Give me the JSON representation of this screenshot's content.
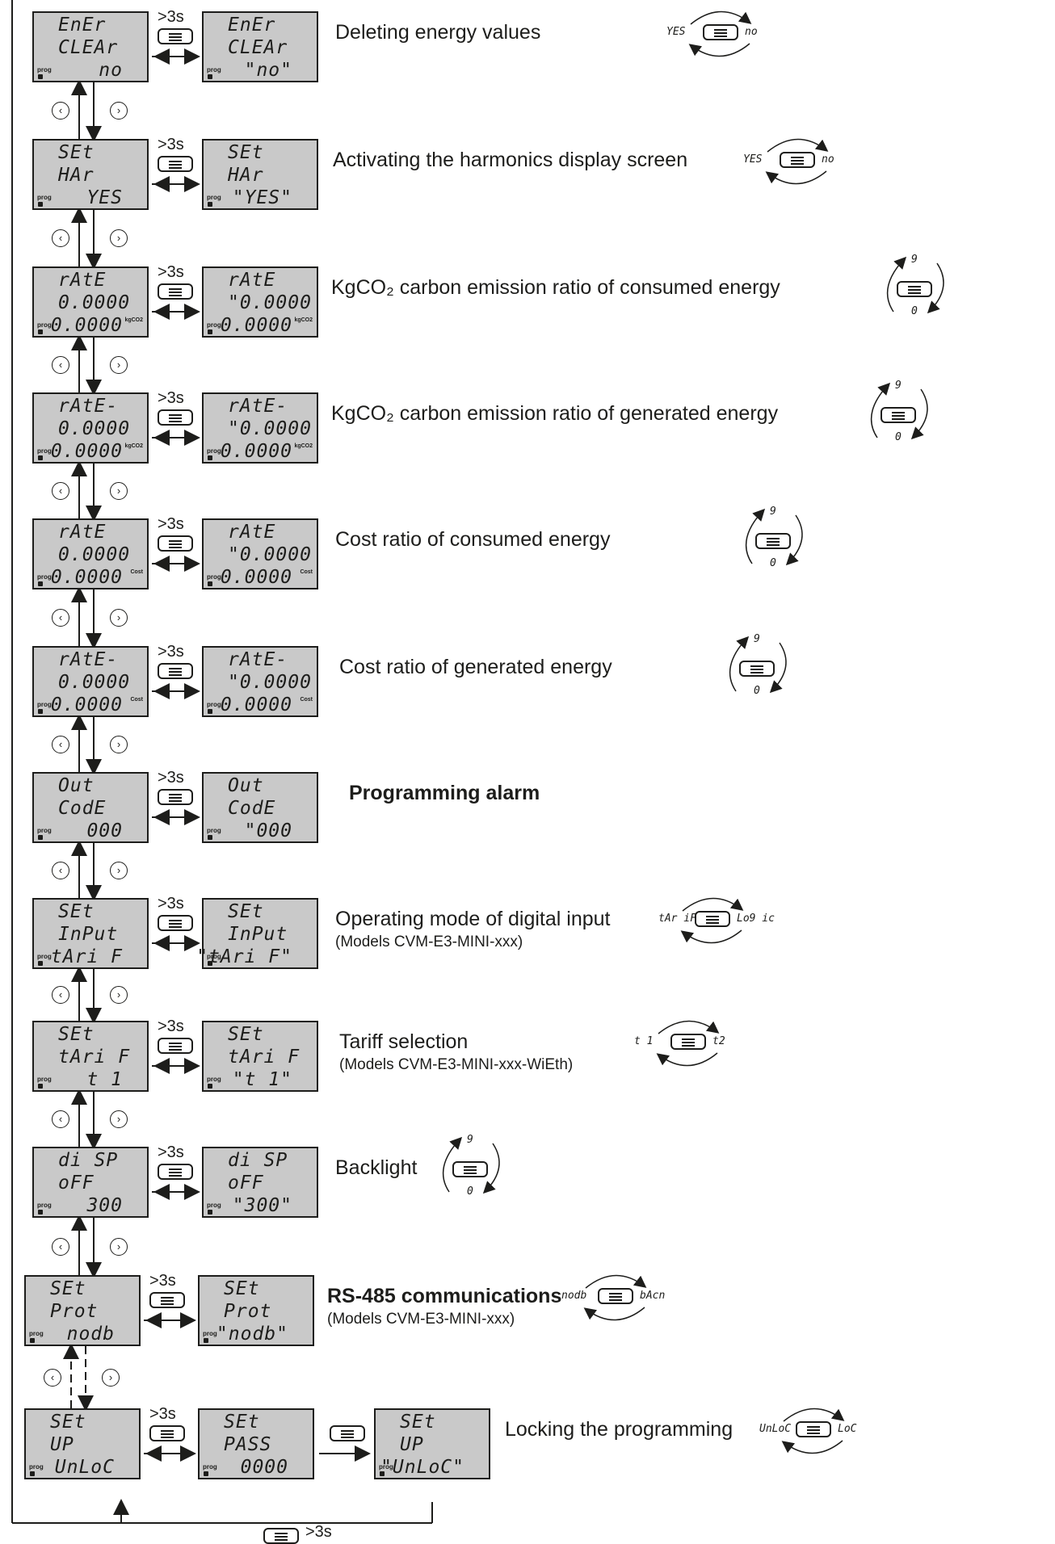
{
  "hold_label": ">3s",
  "steps": [
    {
      "lcd_a": [
        "EnEr",
        "CLEAr",
        "no"
      ],
      "lcd_b": [
        "EnEr",
        "CLEAr",
        "\"no\""
      ],
      "desc": "Deleting energy values",
      "opts": [
        "YES",
        "no"
      ]
    },
    {
      "lcd_a": [
        "SEt",
        "HAr",
        "YES"
      ],
      "lcd_b": [
        "SEt",
        "HAr",
        "\"YES\""
      ],
      "desc": "Activating the harmonics display screen",
      "opts": [
        "YES",
        "no"
      ]
    },
    {
      "lcd_a": [
        "rAtE",
        "0.0000",
        "0.0000"
      ],
      "lcd_b": [
        "rAtE",
        "\"0.0000",
        "0.0000"
      ],
      "unit": "kgCO2",
      "desc": "KgCO₂ carbon emission ratio of consumed energy",
      "digits": true
    },
    {
      "lcd_a": [
        "rAtE-",
        "0.0000",
        "0.0000"
      ],
      "lcd_b": [
        "rAtE-",
        "\"0.0000",
        "0.0000"
      ],
      "unit": "kgCO2",
      "desc": "KgCO₂ carbon emission ratio of generated energy",
      "digits": true
    },
    {
      "lcd_a": [
        "rAtE",
        "0.0000",
        "0.0000"
      ],
      "lcd_b": [
        "rAtE",
        "\"0.0000",
        "0.0000"
      ],
      "unit": "Cost",
      "desc": "Cost ratio of consumed energy",
      "digits": true
    },
    {
      "lcd_a": [
        "rAtE-",
        "0.0000",
        "0.0000"
      ],
      "lcd_b": [
        "rAtE-",
        "\"0.0000",
        "0.0000"
      ],
      "unit": "Cost",
      "desc": "Cost ratio of generated energy",
      "digits": true
    },
    {
      "lcd_a": [
        "Out",
        "CodE",
        "000"
      ],
      "lcd_b": [
        "Out",
        "CodE",
        "\"000"
      ],
      "desc": "Programming alarm",
      "bold": true
    },
    {
      "lcd_a": [
        "SEt",
        "InPut",
        "tAri F"
      ],
      "lcd_b": [
        "SEt",
        "InPut",
        "\"tAri F\""
      ],
      "desc": "Operating mode of digital input",
      "sub": "(Models CVM-E3-MINI-xxx)",
      "opts": [
        "tAr iF",
        "Lo9 ic"
      ]
    },
    {
      "lcd_a": [
        "SEt",
        "tAri F",
        "t 1"
      ],
      "lcd_b": [
        "SEt",
        "tAri F",
        "\"t 1\""
      ],
      "desc": "Tariff selection",
      "sub": "(Models CVM-E3-MINI-xxx-WiEth)",
      "opts": [
        "t 1",
        "t2"
      ]
    },
    {
      "lcd_a": [
        "di SP",
        "oFF",
        "300"
      ],
      "lcd_b": [
        "di SP",
        "oFF",
        "\"300\""
      ],
      "desc": "Backlight",
      "digits": true
    },
    {
      "lcd_a": [
        "SEt",
        "Prot",
        "nodb"
      ],
      "lcd_b": [
        "SEt",
        "Prot",
        "\"nodb\""
      ],
      "desc": "RS-485 communications",
      "bold": true,
      "sub": "(Models CVM-E3-MINI-xxx)",
      "opts": [
        "nodb",
        "bAcn"
      ]
    },
    {
      "lcd_a": [
        "SEt",
        "UP",
        "UnLoC"
      ],
      "lcd_b": [
        "SEt",
        "PASS",
        "0000"
      ],
      "lcd_c": [
        "SEt",
        "UP",
        "\"UnLoC\""
      ],
      "desc": "Locking the programming",
      "opts": [
        "UnLoC",
        "LoC"
      ]
    }
  ],
  "digit_picker": {
    "top": "9",
    "bottom": "0"
  },
  "lcd_prog_label": "prog",
  "bottom_hold_label": ">3s"
}
